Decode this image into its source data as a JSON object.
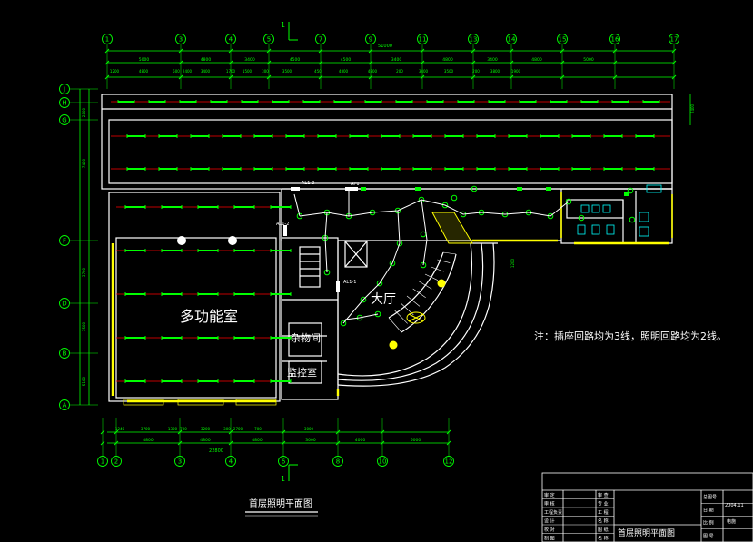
{
  "colors": {
    "background": "#000000",
    "dimension": "#00ff00",
    "wall": "#ffffff",
    "fixture": "#00ff00",
    "circuit": "#ff0000",
    "circuit_wire": "#ffffff",
    "window": "#ffff00",
    "equipment": "#00ffff",
    "frame": "#ffffff"
  },
  "section_mark": "1",
  "top_axes": [
    "1",
    "3",
    "4",
    "5",
    "7",
    "9",
    "11",
    "13",
    "14",
    "15",
    "16",
    "17"
  ],
  "bottom_axes": [
    "1",
    "2",
    "3",
    "4",
    "6",
    "8",
    "10",
    "12"
  ],
  "left_axes": [
    "J",
    "H",
    "G",
    "F",
    "D",
    "B",
    "A"
  ],
  "overall_dim_top": "51000",
  "top_dims": [
    "5000",
    "4800",
    "3400",
    "4500",
    "4500",
    "3400",
    "4800",
    "3400",
    "4800",
    "5000"
  ],
  "top_subdims": [
    "1200",
    "4800",
    "500",
    "2400",
    "3400",
    "1700",
    "1500",
    "300",
    "3500",
    "450",
    "4800",
    "4800",
    "200",
    "3400",
    "3500",
    "200",
    "3800",
    "1900"
  ],
  "bottom_dims": [
    "4800",
    "4800",
    "4800",
    "3000",
    "4000",
    "6000"
  ],
  "bottom_subdims": [
    "1240",
    "3700",
    "1300",
    "700",
    "3200",
    "300",
    "2700",
    "700",
    "3000"
  ],
  "overall_dim_bottom": "22800",
  "left_dims": [
    "2800",
    "7400",
    "3700",
    "3500",
    "5100"
  ],
  "right_dims": [
    "2400",
    "1200"
  ],
  "rooms": {
    "multipurpose": "多功能室",
    "lobby": "大厅",
    "storage": "杂物间",
    "monitor_room": "监控室"
  },
  "panel_labels": [
    "AL1-3",
    "AL1-2",
    "AL1-1",
    "AP1"
  ],
  "note": "注：插座回路均为3线，照明回路均为2线。",
  "drawing_title": "首层照明平面图",
  "title_block": {
    "left_rows": [
      "审 定",
      "审 核",
      "工程负责",
      "设 计",
      "校 对",
      "制 图"
    ],
    "mid_rows": [
      "审 查",
      "专 业",
      "工 程",
      "名 称",
      "图 纸",
      "名 称"
    ],
    "right_rows": [
      "总图号",
      "日 期",
      "比 例",
      "图 号"
    ],
    "date": "2004.11",
    "drawing_no": "电施",
    "sheet_name": "首层照明平面图"
  }
}
